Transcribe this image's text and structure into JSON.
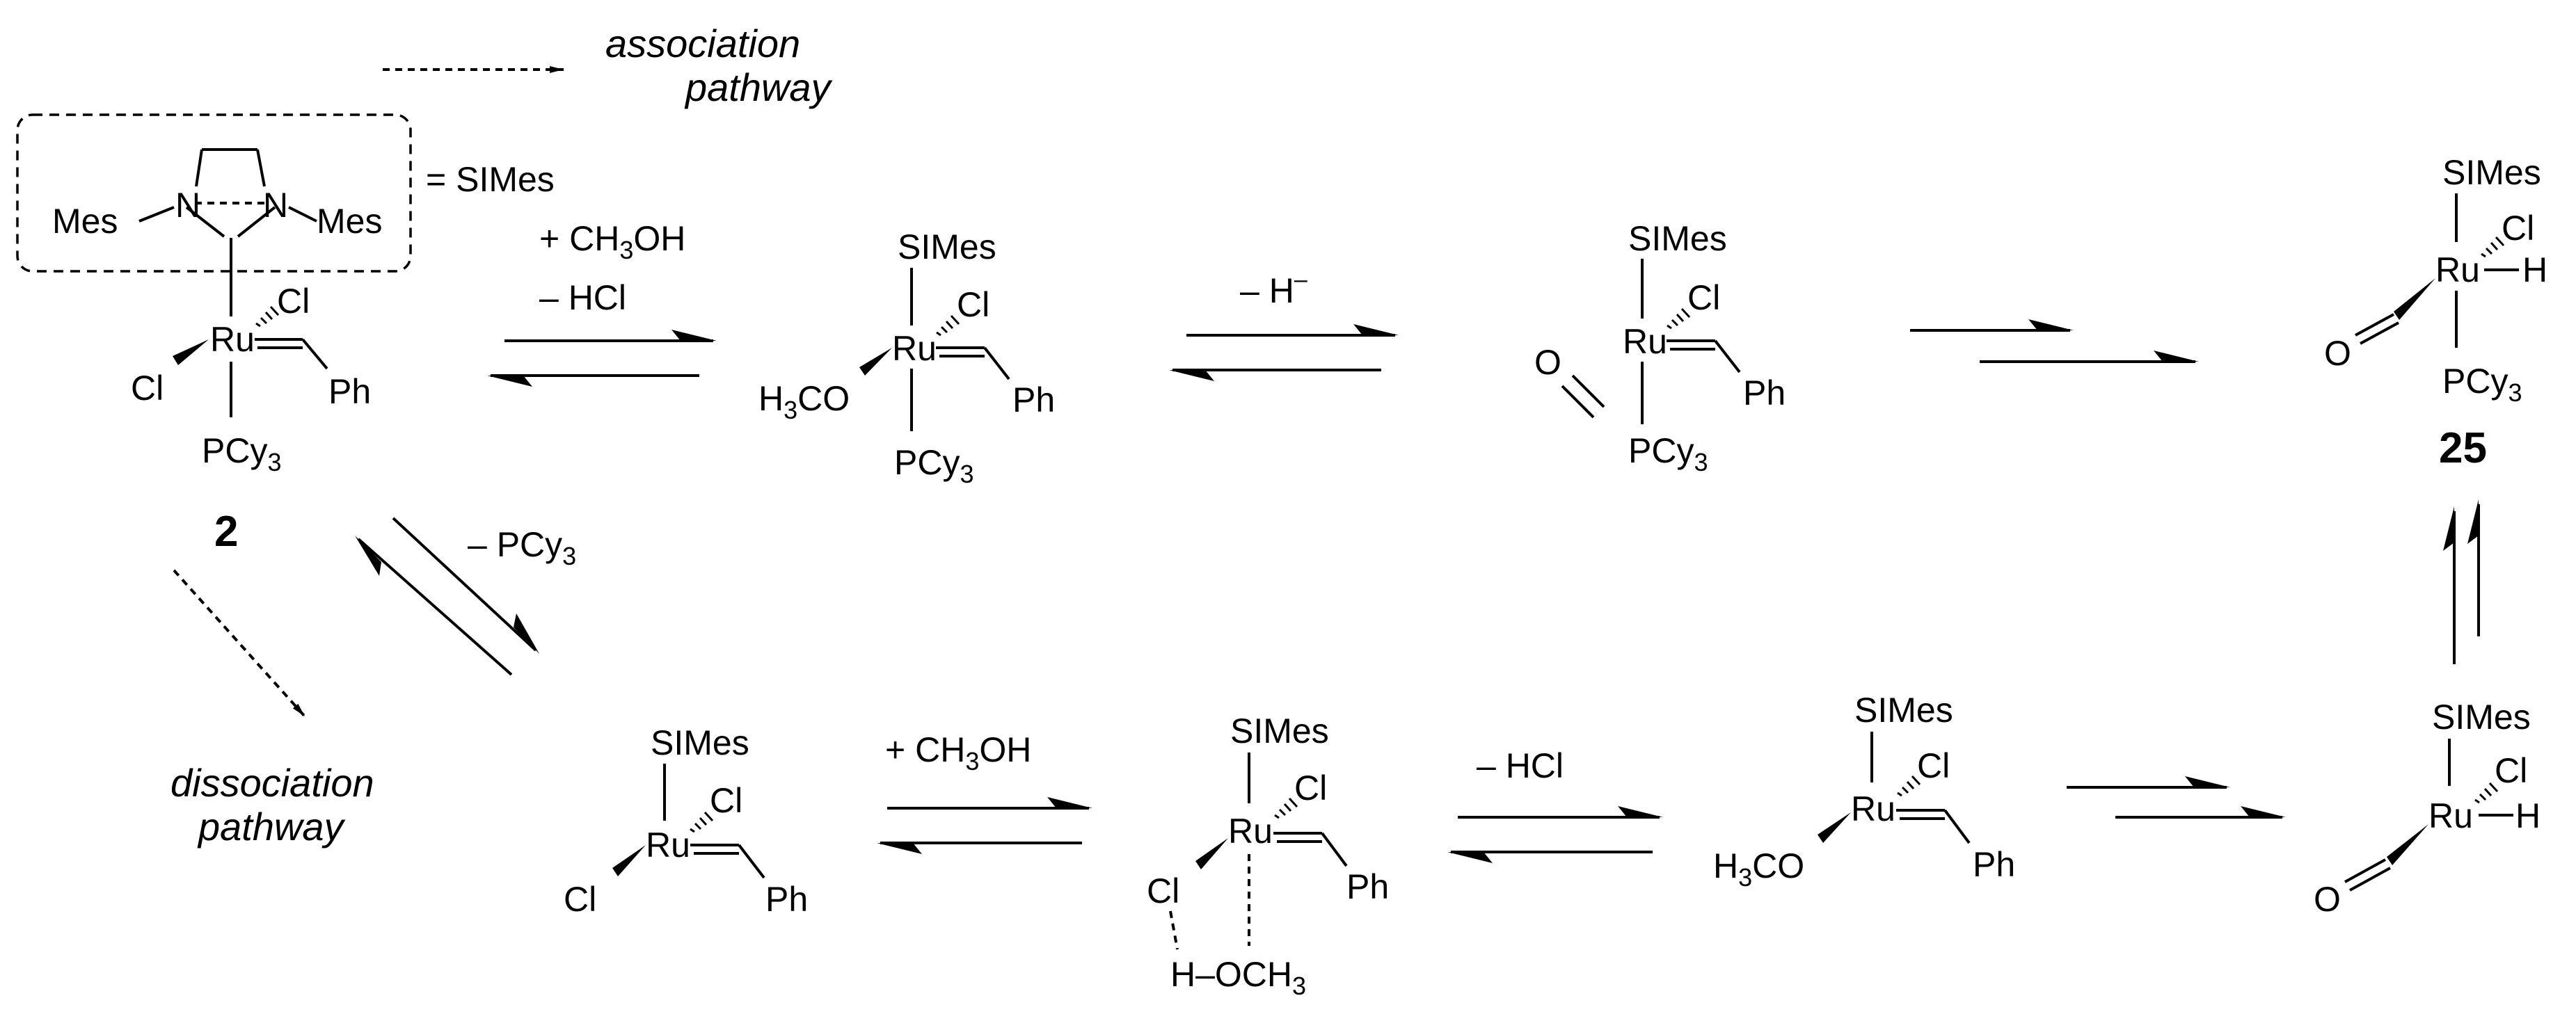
{
  "legend": {
    "association_line1": "association",
    "association_line2": "pathway",
    "dissociation_line1": "dissociation",
    "dissociation_line2": "pathway",
    "simes_eq": "= SIMes"
  },
  "atoms": {
    "mes": "Mes",
    "n": "N",
    "ru": "Ru",
    "cl": "Cl",
    "ph": "Ph",
    "pcy": "PCy",
    "pcy_sub": "3",
    "simes": "SIMes",
    "h3c_pre": "H",
    "h3c_sub": "3",
    "h3c_post": "CO",
    "o": "O",
    "h": "H",
    "h_oc": "H–OCH",
    "h_oc_sub": "3"
  },
  "conditions": {
    "add_meoh_pre": "+ CH",
    "add_meoh_sub": "3",
    "add_meoh_post": "OH",
    "minus_hcl": "– HCl",
    "minus_hydride": "– H",
    "minus_hydride_sup": "–",
    "minus_pcy_pre": "– PCy",
    "minus_pcy_sub": "3"
  },
  "compounds": {
    "grubbs": "2",
    "product": "25"
  }
}
